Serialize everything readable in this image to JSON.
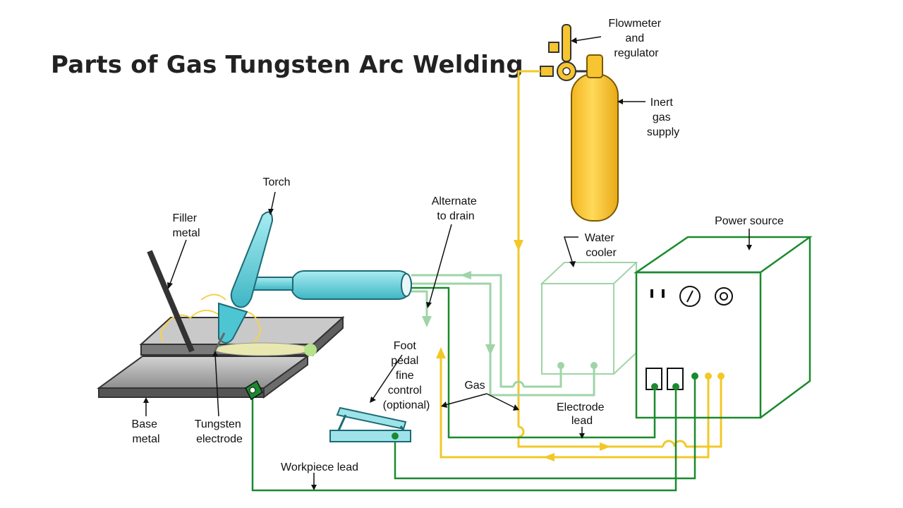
{
  "title": "Parts of Gas Tungsten Arc Welding",
  "labels": {
    "flowmeter": [
      "Flowmeter",
      "and",
      "regulator"
    ],
    "inert_gas": [
      "Inert",
      "gas",
      "supply"
    ],
    "torch": [
      "Torch"
    ],
    "alternate_drain": [
      "Alternate",
      "to drain"
    ],
    "power_source": [
      "Power source"
    ],
    "water_cooler": [
      "Water",
      "cooler"
    ],
    "filler_metal": [
      "Filler",
      "metal"
    ],
    "foot_pedal": [
      "Foot",
      "pedal",
      "fine",
      "control",
      "(optional)"
    ],
    "gas": [
      "Gas"
    ],
    "electrode_lead": [
      "Electrode",
      "lead"
    ],
    "base_metal": [
      "Base",
      "metal"
    ],
    "tungsten_electrode": [
      "Tungsten",
      "electrode"
    ],
    "workpiece_lead": [
      "Workpiece lead"
    ]
  },
  "colors": {
    "gas_line": "#f2c829",
    "cylinder": "#f7c531",
    "water_line": "#9fd4a8",
    "electric_line": "#1a8a2e",
    "torch_body": "#6fd3dd",
    "plate": "#a8a8a8",
    "title": "#222222"
  }
}
